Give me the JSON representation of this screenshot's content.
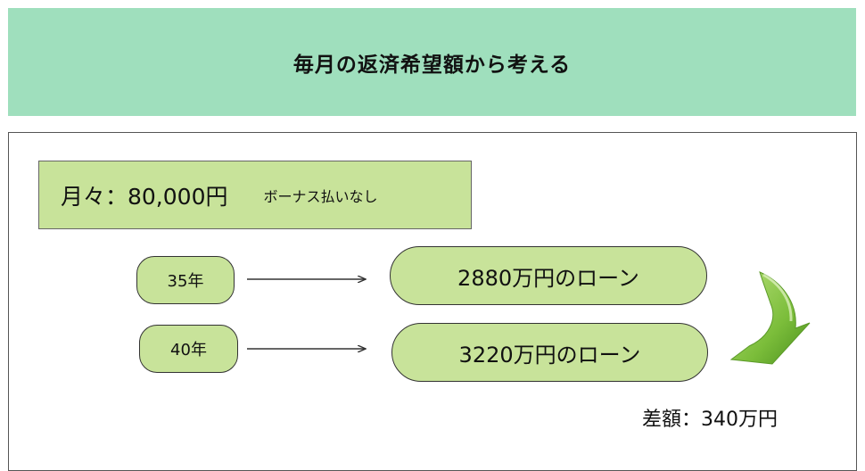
{
  "header": {
    "title": "毎月の返済希望額から考える"
  },
  "payment": {
    "amount": "月々：80,000円",
    "note": "ボーナス払いなし"
  },
  "rows": [
    {
      "term": "35年",
      "loan": "2880万円のローン"
    },
    {
      "term": "40年",
      "loan": "3220万円のローン"
    }
  ],
  "difference": "差額：340万円",
  "colors": {
    "header_bg": "#9fdfbd",
    "box_fill": "#c8e39a",
    "arrow_green": "#6aab2e"
  },
  "icons": {
    "big_arrow": "curved-down-arrow-icon",
    "connector": "right-arrow-icon"
  }
}
